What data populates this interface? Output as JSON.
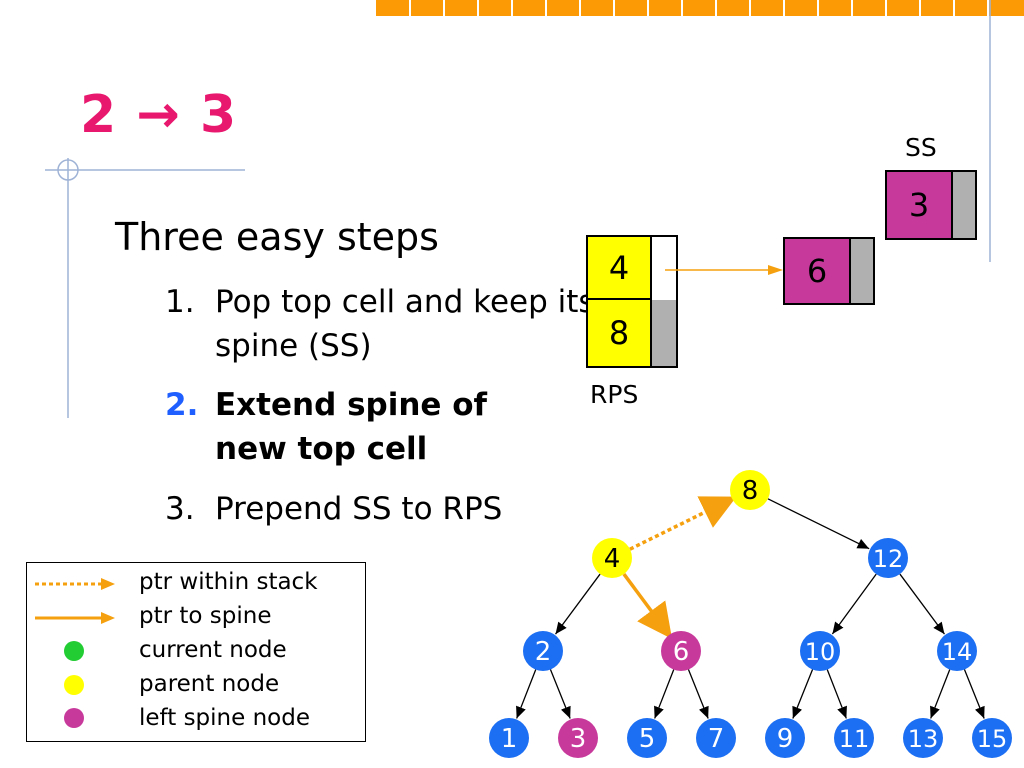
{
  "slide": {
    "title": "2 → 3",
    "heading": "Three easy steps",
    "steps": [
      {
        "num": "1.",
        "text": "Pop top cell and keep its spine (SS)"
      },
      {
        "num": "2.",
        "text": "Extend spine of new top cell"
      },
      {
        "num": "3.",
        "text": "Prepend SS to RPS"
      }
    ]
  },
  "stacks": {
    "rps_label": "RPS",
    "rps_cells": [
      "4",
      "8"
    ],
    "spine_cell": "6",
    "ss_label": "SS",
    "ss_cell": "3"
  },
  "legend": {
    "items": [
      {
        "label": "ptr within stack"
      },
      {
        "label": "ptr to spine"
      },
      {
        "label": "current node"
      },
      {
        "label": "parent node"
      },
      {
        "label": "left spine node"
      }
    ]
  },
  "tree": {
    "nodes": [
      {
        "id": "8",
        "role": "parent"
      },
      {
        "id": "4",
        "role": "parent"
      },
      {
        "id": "12",
        "role": "normal"
      },
      {
        "id": "2",
        "role": "normal"
      },
      {
        "id": "6",
        "role": "spine"
      },
      {
        "id": "10",
        "role": "normal"
      },
      {
        "id": "14",
        "role": "normal"
      },
      {
        "id": "1",
        "role": "normal"
      },
      {
        "id": "3",
        "role": "spine"
      },
      {
        "id": "5",
        "role": "normal"
      },
      {
        "id": "7",
        "role": "normal"
      },
      {
        "id": "9",
        "role": "normal"
      },
      {
        "id": "11",
        "role": "normal"
      },
      {
        "id": "13",
        "role": "normal"
      },
      {
        "id": "15",
        "role": "normal"
      }
    ]
  },
  "colors": {
    "title": "#e8186f",
    "accent_orange": "#f5a00e",
    "yellow": "#ffff00",
    "magenta": "#c8399c",
    "blue": "#1c6ef2",
    "green": "#22cc33",
    "gray": "#b0b0b0",
    "step2_number": "#1f5fff"
  }
}
